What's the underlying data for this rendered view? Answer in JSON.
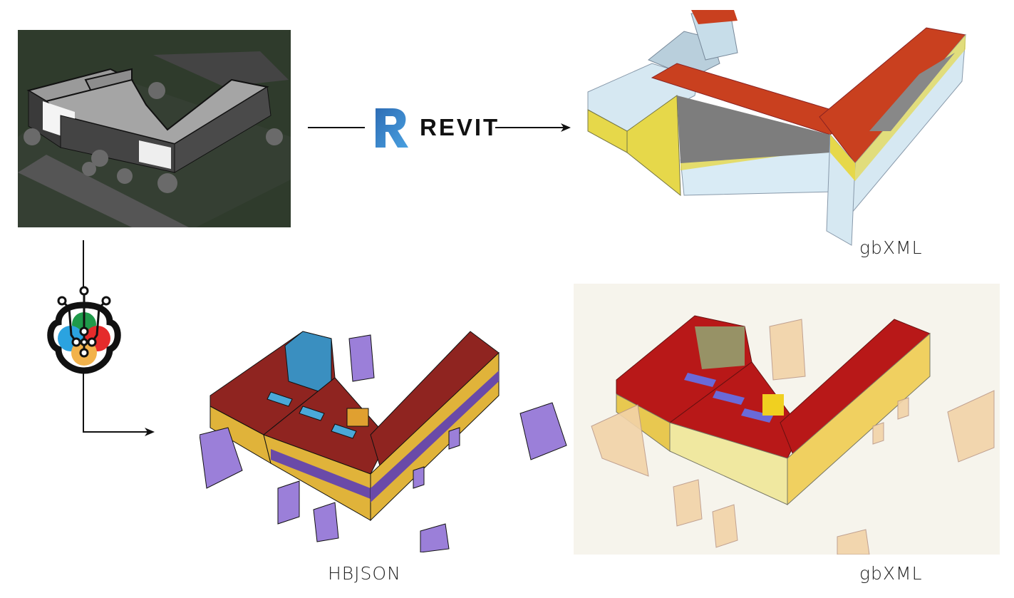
{
  "revit": {
    "text": "REVIT"
  },
  "labels": {
    "top_right": "gbXML",
    "bottom_middle": "HBJSON",
    "bottom_right": "gbXML"
  },
  "logos": {
    "revit": "revit-logo",
    "ladybug": "ladybug-tools-logo"
  },
  "colors": {
    "revit_blue": "#2e6db5",
    "roof_orange": "#c9401f",
    "roof_red": "#8f2420",
    "wall_yellow": "#e8d23a",
    "shade_purple": "#9b7fd9",
    "glass_blue": "#cfe3f0",
    "site_green": "#2f3b2c",
    "viewer_bg": "#f6f4ec"
  }
}
